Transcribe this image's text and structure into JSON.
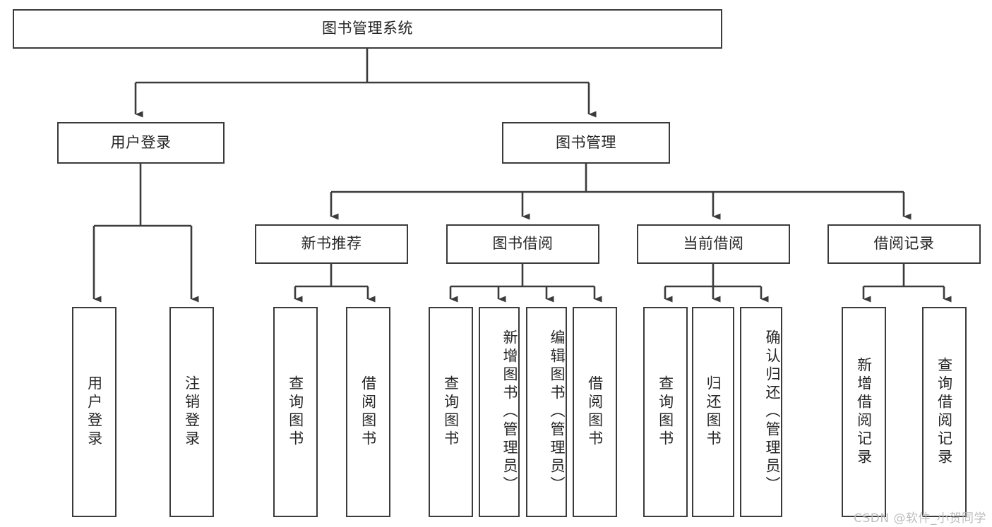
{
  "diagram": {
    "title": "图书管理系统",
    "type": "tree",
    "stroke_color": "#3b3b3b",
    "text_color": "#262626",
    "background": "#ffffff",
    "watermark": "CSDN @软件_小贺同学",
    "root": {
      "label": "图书管理系统"
    },
    "level2": [
      {
        "label": "用户登录"
      },
      {
        "label": "图书管理"
      }
    ],
    "level3": [
      {
        "label": "新书推荐"
      },
      {
        "label": "图书借阅"
      },
      {
        "label": "当前借阅"
      },
      {
        "label": "借阅记录"
      }
    ],
    "leaves": {
      "user_login": [
        {
          "label": "用户登录"
        },
        {
          "label": "注销登录"
        }
      ],
      "new_book_recommend": [
        {
          "label": "查询图书"
        },
        {
          "label": "借阅图书"
        }
      ],
      "book_borrow": [
        {
          "label": "查询图书"
        },
        {
          "label": "新增图书（管理员）"
        },
        {
          "label": "编辑图书（管理员）"
        },
        {
          "label": "借阅图书"
        }
      ],
      "current_borrow": [
        {
          "label": "查询图书"
        },
        {
          "label": "归还图书"
        },
        {
          "label": "确认归还（管理员）"
        }
      ],
      "borrow_record": [
        {
          "label": "新增借阅记录"
        },
        {
          "label": "查询借阅记录"
        }
      ]
    }
  }
}
